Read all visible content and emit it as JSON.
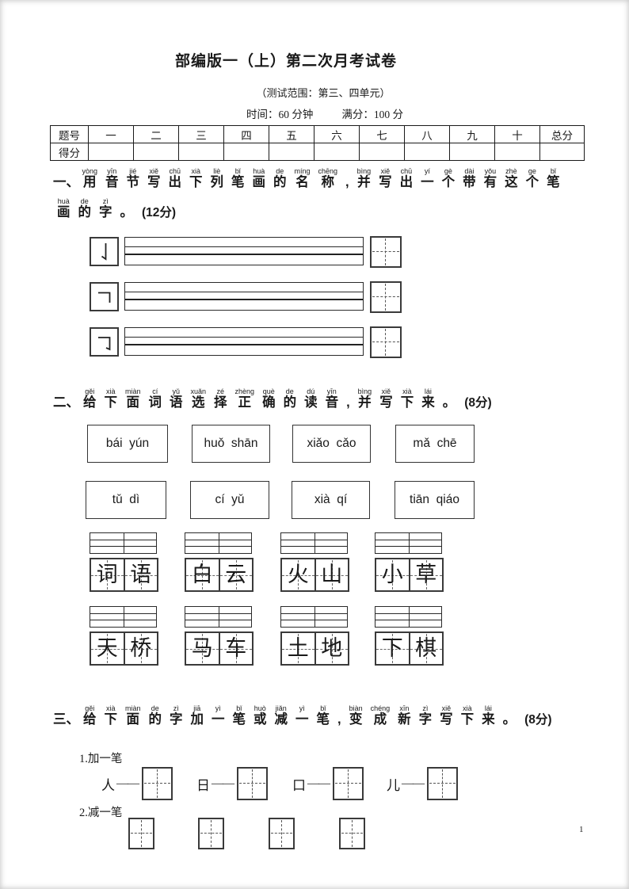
{
  "header": {
    "title": "部编版一（上）第二次月考试卷",
    "subtitle": "（测试范围：第三、四单元）",
    "time": "时间：60 分钟",
    "full_score": "满分：100 分"
  },
  "score_table": {
    "headers": [
      "题号",
      "一",
      "二",
      "三",
      "四",
      "五",
      "六",
      "七",
      "八",
      "九",
      "十",
      "总分"
    ],
    "row2_label": "得分"
  },
  "q1": {
    "prefix": "一、",
    "ruby_line1": [
      [
        "用",
        "yòng"
      ],
      [
        "音",
        "yīn"
      ],
      [
        "节",
        "jié"
      ],
      [
        "写",
        "xiě"
      ],
      [
        "出",
        "chū"
      ],
      [
        "下",
        "xià"
      ],
      [
        "列",
        "liè"
      ],
      [
        "笔",
        "bǐ"
      ],
      [
        "画",
        "huà"
      ],
      [
        "的",
        "de"
      ],
      [
        "名",
        "míng"
      ],
      [
        "称",
        "chēng"
      ],
      [
        ",",
        ""
      ],
      [
        "并",
        "bìng"
      ],
      [
        "写",
        "xiě"
      ],
      [
        "出",
        "chū"
      ],
      [
        "一",
        "yí"
      ],
      [
        "个",
        "gè"
      ],
      [
        "带",
        "dài"
      ],
      [
        "有",
        "yǒu"
      ],
      [
        "这",
        "zhè"
      ],
      [
        "个",
        "ge"
      ],
      [
        "笔",
        "bǐ"
      ]
    ],
    "ruby_line2": [
      [
        "画",
        "huà"
      ],
      [
        "的",
        "de"
      ],
      [
        "字",
        "zì"
      ],
      [
        "。",
        ""
      ]
    ],
    "points": "(12分)",
    "strokes": [
      "亅",
      "𠃍",
      "𠃌"
    ]
  },
  "q2": {
    "prefix": "二、",
    "ruby": [
      [
        "给",
        "gěi"
      ],
      [
        "下",
        "xià"
      ],
      [
        "面",
        "miàn"
      ],
      [
        "词",
        "cí"
      ],
      [
        "语",
        "yǔ"
      ],
      [
        "选",
        "xuǎn"
      ],
      [
        "择",
        "zé"
      ],
      [
        "正",
        "zhèng"
      ],
      [
        "确",
        "què"
      ],
      [
        "的",
        "de"
      ],
      [
        "读",
        "dú"
      ],
      [
        "音",
        "yīn"
      ],
      [
        ",",
        ""
      ],
      [
        "并",
        "bìng"
      ],
      [
        "写",
        "xiě"
      ],
      [
        "下",
        "xià"
      ],
      [
        "来",
        "lái"
      ],
      [
        "。",
        ""
      ]
    ],
    "points": "(8分)",
    "options": [
      "bái  yún",
      "huǒ  shān",
      "xiǎo  cǎo",
      "mǎ  chē",
      "tǔ  dì",
      "cí  yǔ",
      "xià  qí",
      "tiān  qiáo"
    ],
    "words": [
      [
        "词",
        "语"
      ],
      [
        "白",
        "云"
      ],
      [
        "火",
        "山"
      ],
      [
        "小",
        "草"
      ],
      [
        "天",
        "桥"
      ],
      [
        "马",
        "车"
      ],
      [
        "土",
        "地"
      ],
      [
        "下",
        "棋"
      ]
    ]
  },
  "q3": {
    "prefix": "三、",
    "ruby": [
      [
        "给",
        "gěi"
      ],
      [
        "下",
        "xià"
      ],
      [
        "面",
        "miàn"
      ],
      [
        "的",
        "de"
      ],
      [
        "字",
        "zì"
      ],
      [
        "加",
        "jiā"
      ],
      [
        "一",
        "yì"
      ],
      [
        "笔",
        "bǐ"
      ],
      [
        "或",
        "huò"
      ],
      [
        "减",
        "jiǎn"
      ],
      [
        "一",
        "yì"
      ],
      [
        "笔",
        "bǐ"
      ],
      [
        ",",
        ""
      ],
      [
        "变",
        "biàn"
      ],
      [
        "成",
        "chéng"
      ],
      [
        "新",
        "xīn"
      ],
      [
        "字",
        "zì"
      ],
      [
        "写",
        "xiě"
      ],
      [
        "下",
        "xià"
      ],
      [
        "来",
        "lái"
      ],
      [
        "。",
        ""
      ]
    ],
    "points": "(8分)",
    "sub1": "1.加一笔",
    "sub2": "2.减一笔",
    "add_chars": [
      "人",
      "日",
      "口",
      "儿"
    ],
    "dash": "——"
  },
  "page": {
    "number": "1"
  }
}
